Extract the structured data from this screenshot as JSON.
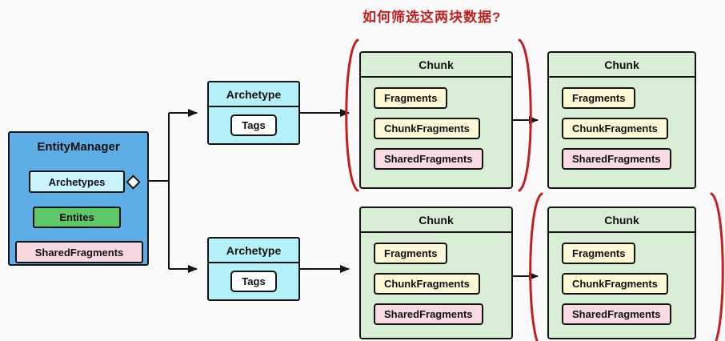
{
  "annotation": {
    "question": "如何筛选这两块数据?",
    "color": "#c41f1f"
  },
  "entity_manager": {
    "title": "EntityManager",
    "archetypes_label": "Archetypes",
    "entities_label": "Entites",
    "shared_fragments_label": "SharedFragments"
  },
  "archetypes": [
    {
      "title": "Archetype",
      "tags_label": "Tags"
    },
    {
      "title": "Archetype",
      "tags_label": "Tags"
    }
  ],
  "chunks": [
    {
      "title": "Chunk",
      "items": [
        "Fragments",
        "ChunkFragments",
        "SharedFragments"
      ]
    },
    {
      "title": "Chunk",
      "items": [
        "Fragments",
        "ChunkFragments",
        "SharedFragments"
      ]
    },
    {
      "title": "Chunk",
      "items": [
        "Fragments",
        "ChunkFragments",
        "SharedFragments"
      ]
    },
    {
      "title": "Chunk",
      "items": [
        "Fragments",
        "ChunkFragments",
        "SharedFragments"
      ]
    }
  ],
  "colors": {
    "entity_manager_bg": "#5caee4",
    "archetype_bg": "#b5f1f9",
    "chunk_bg": "#d9efd5",
    "fragment_bg": "#fdf9d7",
    "shared_fragment_bg": "#f8d8e0",
    "entities_bg": "#5ec768",
    "annotation_red": "#c41f1f",
    "line_color": "#141414"
  }
}
